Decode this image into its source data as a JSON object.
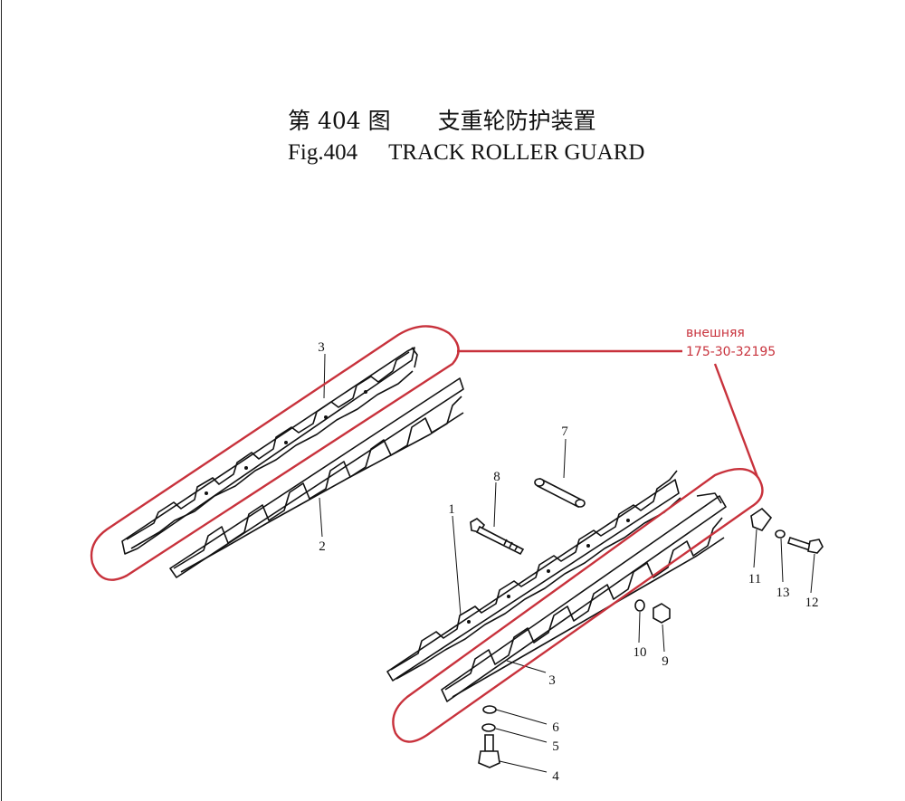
{
  "header": {
    "title_cn_fig": "第 404 图",
    "title_cn_name": "支重轮防护装置",
    "title_en_fig": "Fig.404",
    "title_en_name": "TRACK ROLLER GUARD"
  },
  "annotation": {
    "label": "внешняя",
    "part_number": "175-30-32195",
    "color": "#c8323c"
  },
  "callouts": [
    "1",
    "2",
    "3",
    "3",
    "4",
    "5",
    "6",
    "7",
    "8",
    "9",
    "10",
    "11",
    "12",
    "13"
  ]
}
